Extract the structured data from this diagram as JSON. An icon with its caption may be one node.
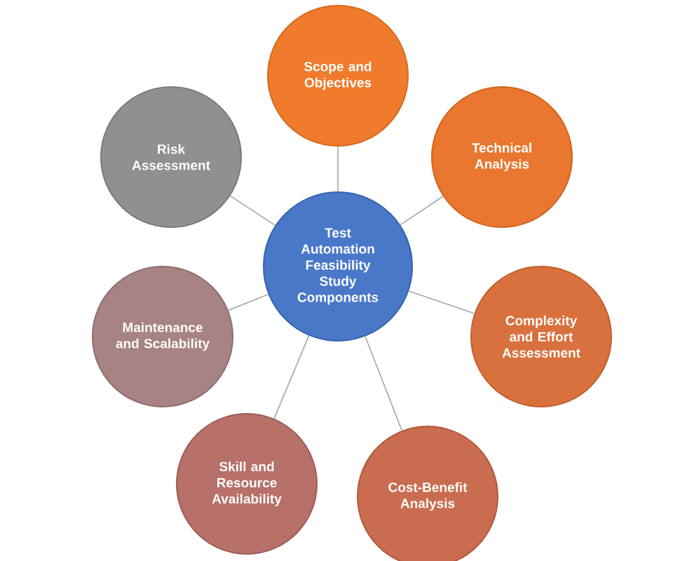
{
  "diagram": {
    "nodes": [
      {
        "text": [
          "Test Automation Feasibility Study Components"
        ]
      },
      {
        "text": [
          "Scope and Objectives"
        ]
      },
      {
        "text": [
          "Technical Analysis"
        ]
      },
      {
        "text": [
          "Complexity and Effort Assessment"
        ]
      },
      {
        "text": [
          "Cost-Benefit Analysis"
        ]
      },
      {
        "text": [
          "Skill and Resource Availability"
        ]
      },
      {
        "text": [
          "Maintenance and Scalability"
        ]
      },
      {
        "text": [
          "Risk Assessment"
        ]
      }
    ],
    "edges": [
      {
        "from": 0,
        "to": 1,
        "arrow": "none"
      },
      {
        "from": 0,
        "to": 2,
        "arrow": "none"
      },
      {
        "from": 0,
        "to": 3,
        "arrow": "none"
      },
      {
        "from": 0,
        "to": 4,
        "arrow": "none"
      },
      {
        "from": 0,
        "to": 5,
        "arrow": "none"
      },
      {
        "from": 0,
        "to": 6,
        "arrow": "none"
      },
      {
        "from": 0,
        "to": 7,
        "arrow": "none"
      }
    ]
  }
}
